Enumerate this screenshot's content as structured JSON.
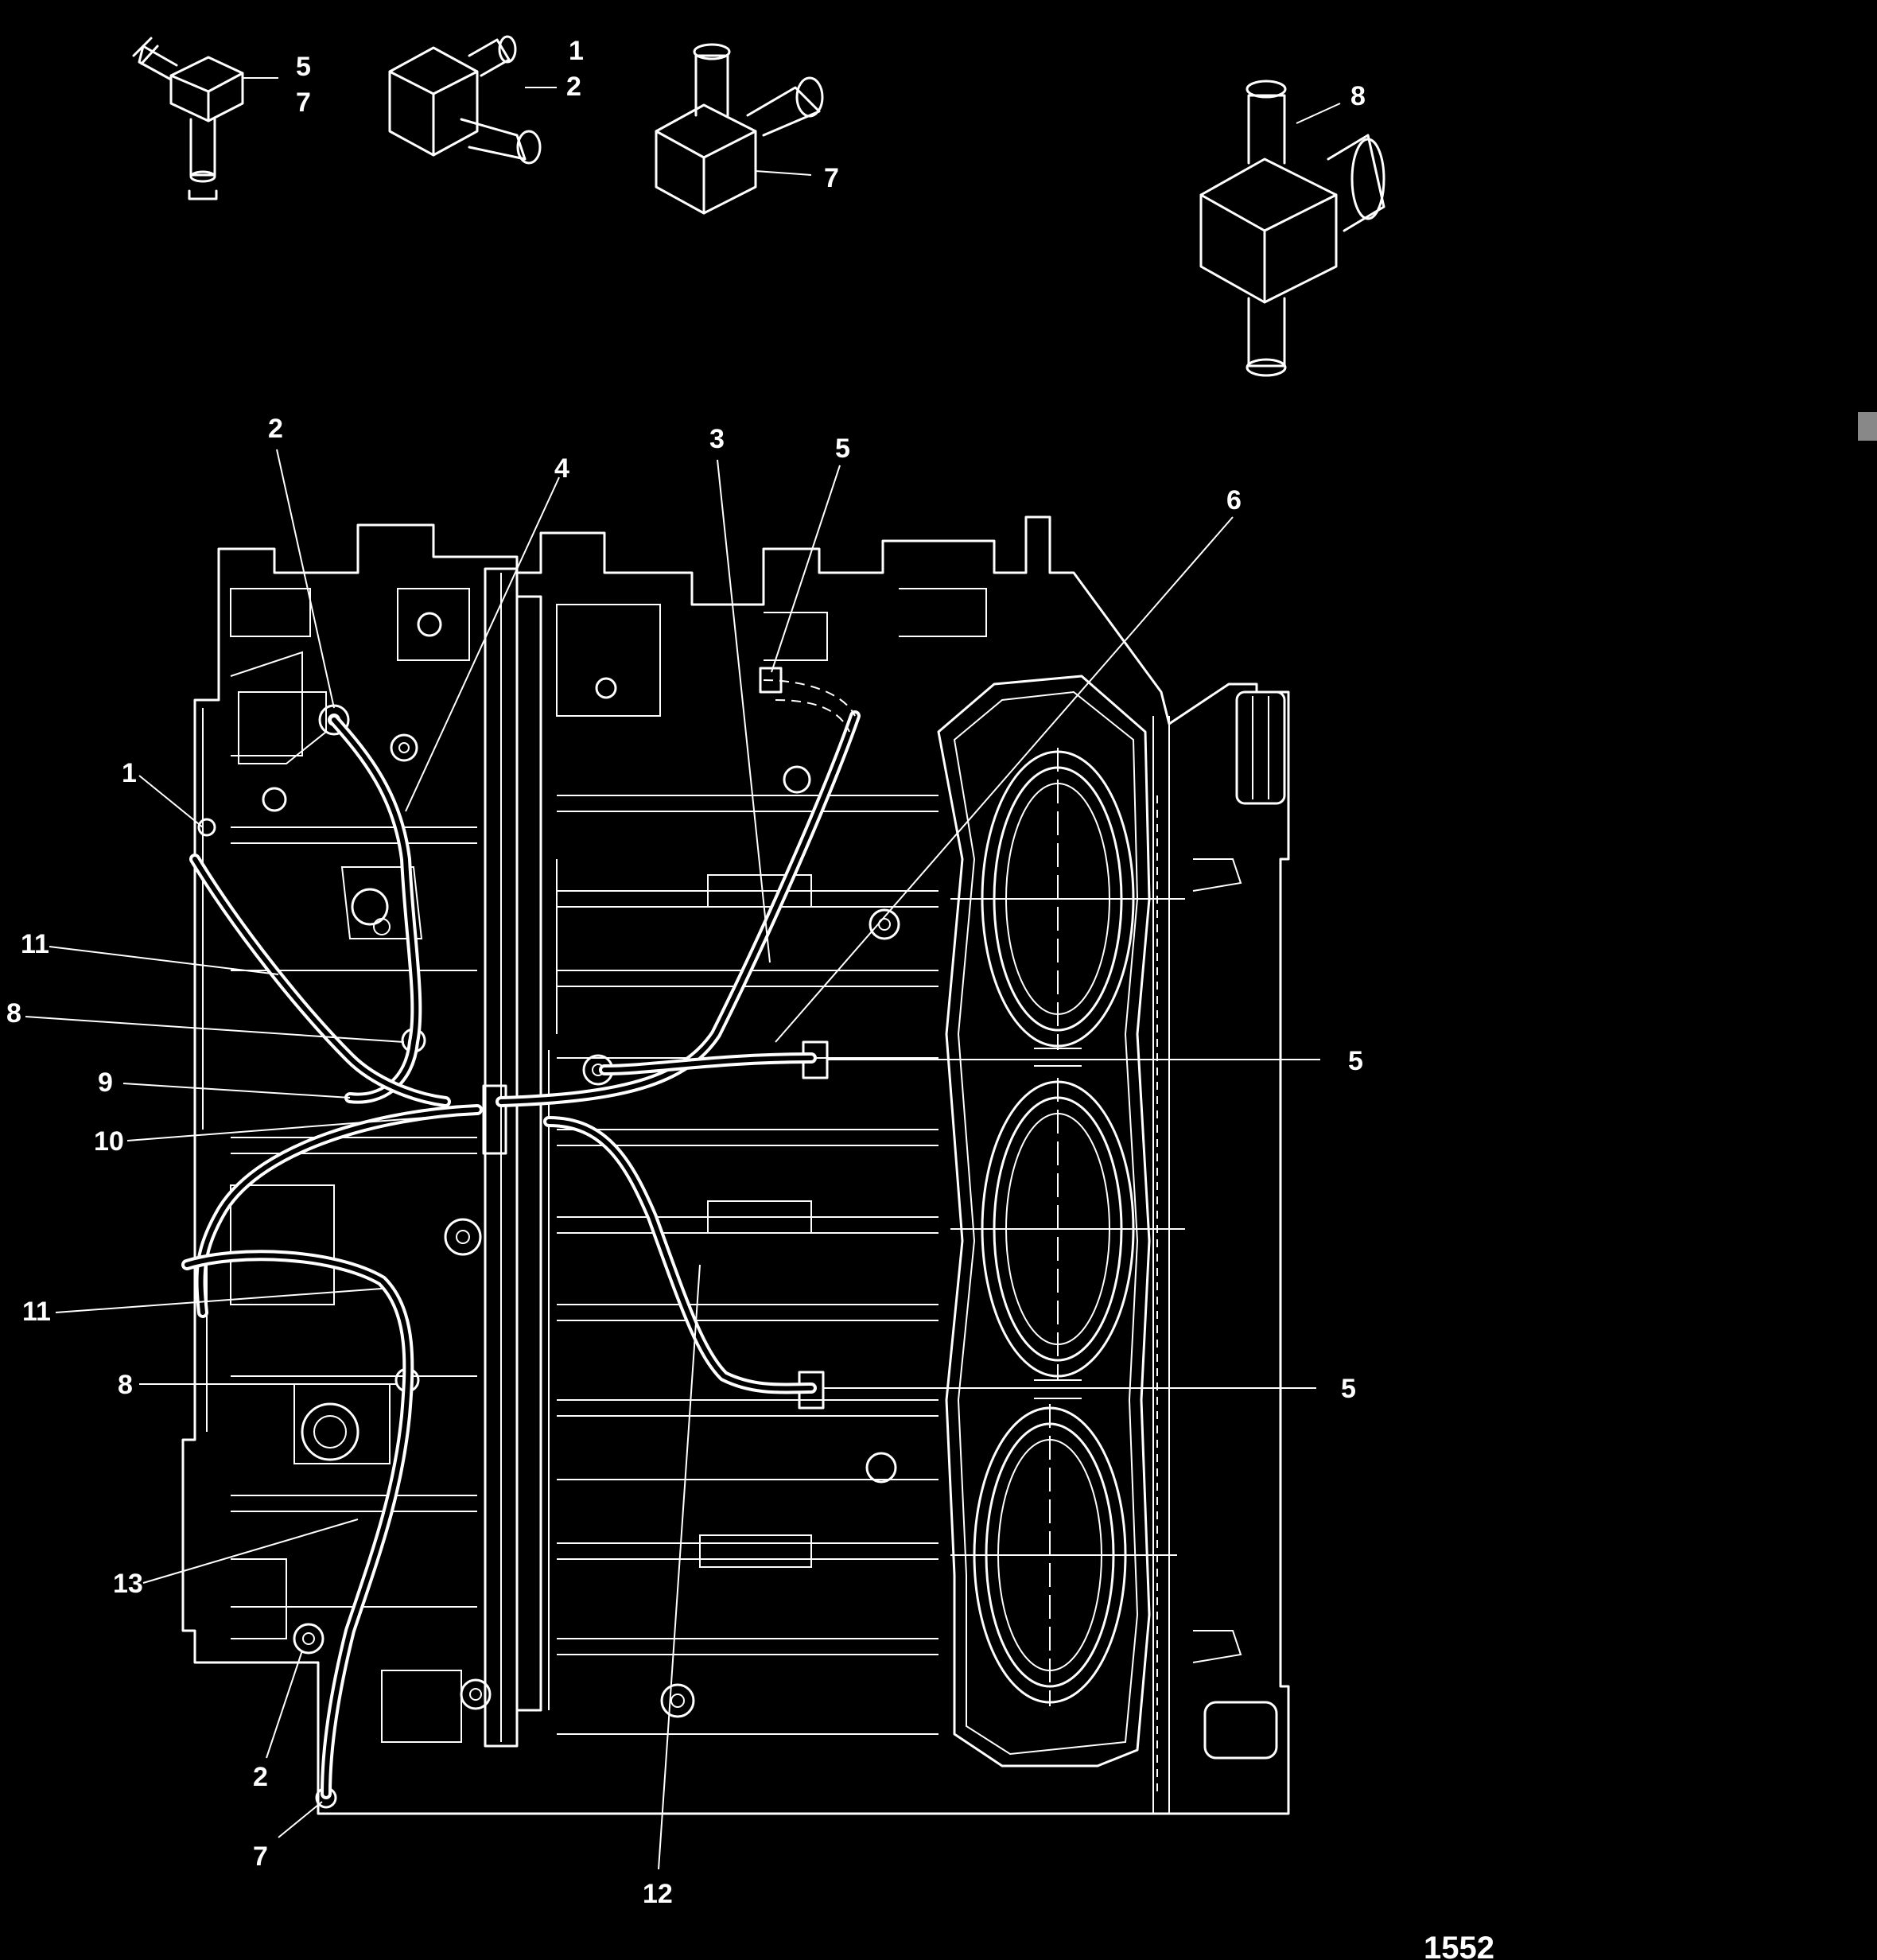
{
  "fitting_labels": {
    "a1": "5",
    "a2": "7",
    "b1": "1",
    "b2": "2",
    "c1": "7",
    "d1": "8"
  },
  "callouts": {
    "c2_top": "2",
    "c4": "4",
    "c3": "3",
    "c5_top": "5",
    "c6": "6",
    "c1": "1",
    "c11_upper": "11",
    "c8_upper": "8",
    "c9": "9",
    "c10": "10",
    "c5_mid": "5",
    "c11_lower": "11",
    "c8_lower": "8",
    "c5_lower": "5",
    "c13": "13",
    "c2_bottom": "2",
    "c7": "7",
    "c12": "12"
  },
  "figure_number": "1552",
  "colors": {
    "background": "#000000",
    "linework": "#ffffff"
  }
}
